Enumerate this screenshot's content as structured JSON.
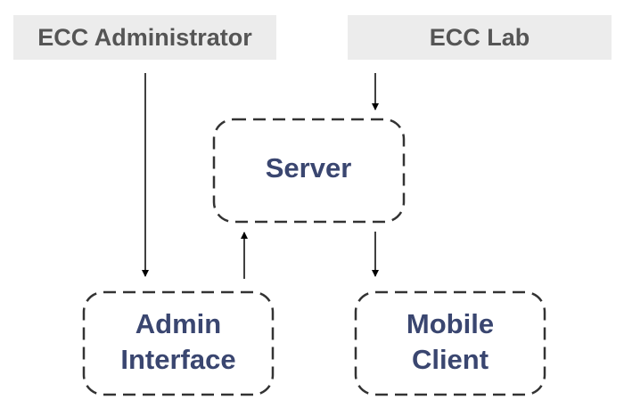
{
  "headers": {
    "administrator": "ECC Administrator",
    "lab": "ECC Lab"
  },
  "nodes": {
    "server": "Server",
    "admin_interface": [
      "Admin",
      "Interface"
    ],
    "mobile_client": [
      "Mobile",
      "Client"
    ]
  },
  "colors": {
    "header_background": "#ececec",
    "header_text": "#555555",
    "node_text": "#3a4670",
    "node_border": "#333333",
    "arrow": "#000000"
  }
}
